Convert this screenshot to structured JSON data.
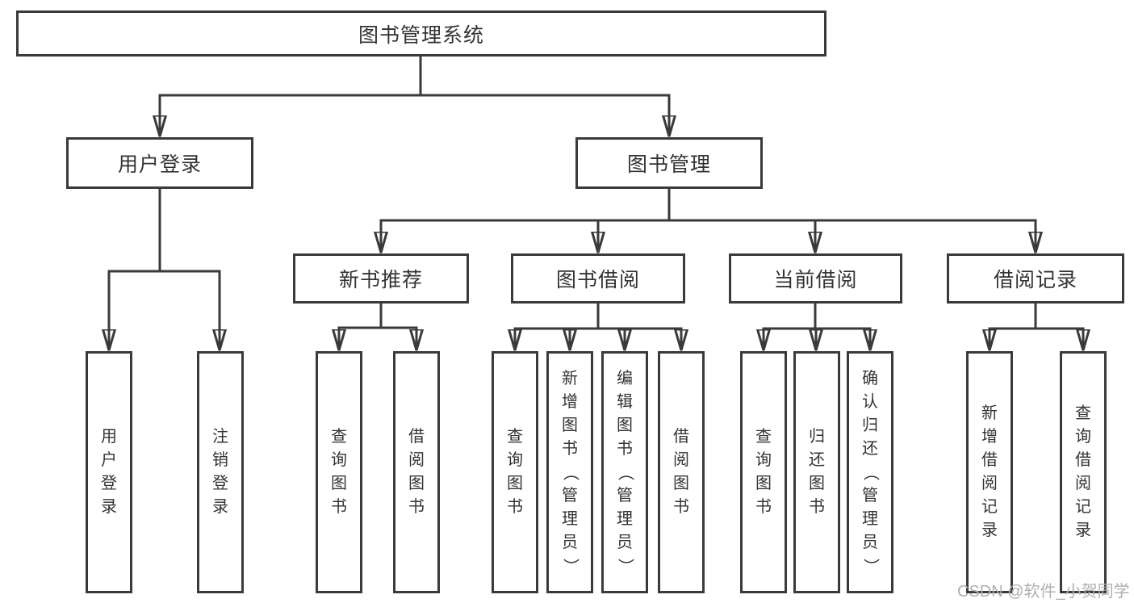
{
  "diagram": {
    "root": "图书管理系统",
    "branches": [
      {
        "label": "用户登录",
        "children": [
          "用户登录",
          "注销登录"
        ]
      },
      {
        "label": "图书管理",
        "children": [
          {
            "label": "新书推荐",
            "children": [
              "查询图书",
              "借阅图书"
            ]
          },
          {
            "label": "图书借阅",
            "children": [
              "查询图书",
              "新增图书（管理员）",
              "编辑图书（管理员）",
              "借阅图书"
            ]
          },
          {
            "label": "当前借阅",
            "children": [
              "查询图书",
              "归还图书",
              "确认归还（管理员）"
            ]
          },
          {
            "label": "借阅记录",
            "children": [
              "新增借阅记录",
              "查询借阅记录"
            ]
          }
        ]
      }
    ]
  },
  "watermark": "CSDN @软件_小贺同学",
  "colors": {
    "line": "#3a3a3a",
    "border": "#3a3a3a",
    "text": "#333333",
    "watermark": "#b0b0b0",
    "background": "#ffffff"
  }
}
